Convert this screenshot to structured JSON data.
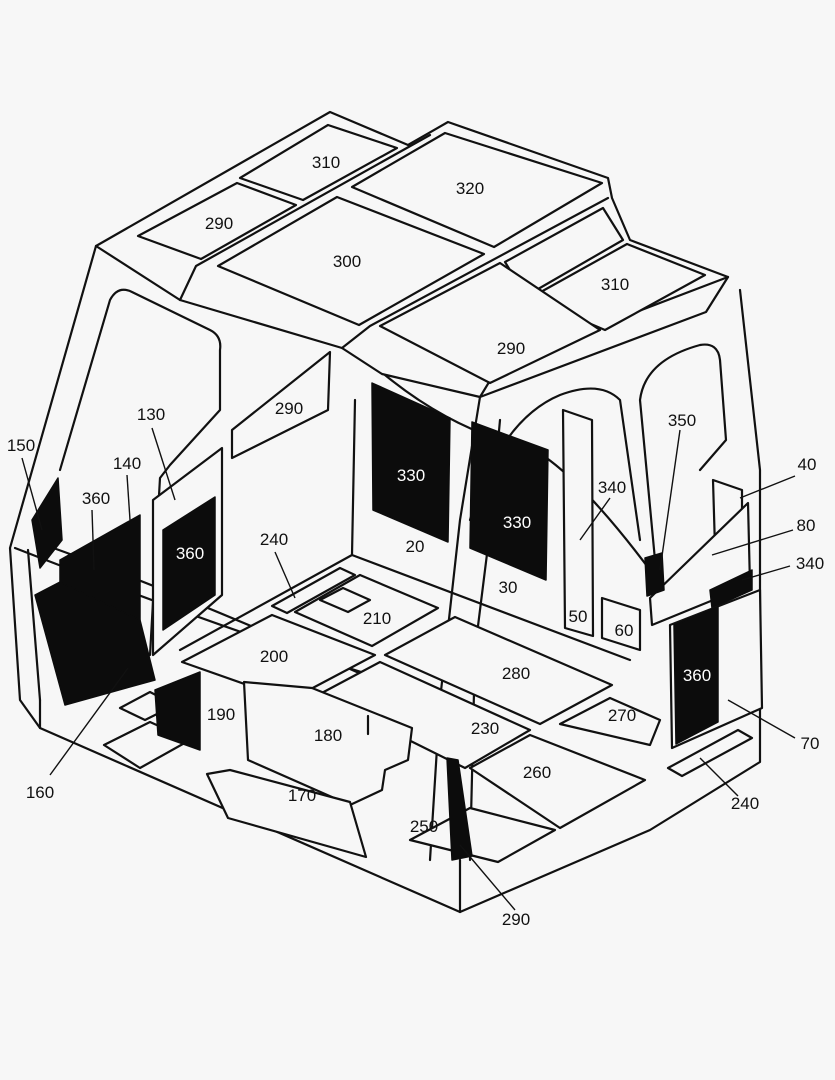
{
  "figure": {
    "labels": {
      "l310a": "310",
      "l320": "320",
      "l290a": "290",
      "l300": "300",
      "l310b": "310",
      "l290b": "290",
      "l290c": "290",
      "l130": "130",
      "l150": "150",
      "l140": "140",
      "l360a": "360",
      "l360b": "360",
      "l330a": "330",
      "l330b": "330",
      "l350": "350",
      "l340a": "340",
      "l40": "40",
      "l80": "80",
      "l340b": "340",
      "l240a": "240",
      "l20": "20",
      "l30": "30",
      "l210": "210",
      "l50": "50",
      "l60": "60",
      "l200": "200",
      "l280": "280",
      "l360c": "360",
      "l190": "190",
      "l180": "180",
      "l230": "230",
      "l270": "270",
      "l70": "70",
      "l160": "160",
      "l170": "170",
      "l260": "260",
      "l240b": "240",
      "l250": "250",
      "l290d": "290"
    }
  }
}
